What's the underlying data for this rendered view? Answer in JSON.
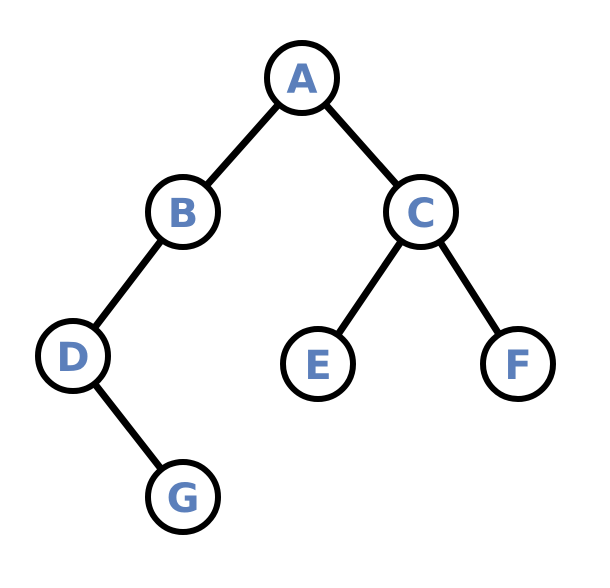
{
  "diagram": {
    "type": "binary-tree",
    "colors": {
      "label": "#5b7fbb",
      "line": "#000000",
      "node_fill": "#ffffff"
    },
    "nodes": [
      {
        "id": "A",
        "label": "A"
      },
      {
        "id": "B",
        "label": "B"
      },
      {
        "id": "C",
        "label": "C"
      },
      {
        "id": "D",
        "label": "D"
      },
      {
        "id": "E",
        "label": "E"
      },
      {
        "id": "F",
        "label": "F"
      },
      {
        "id": "G",
        "label": "G"
      }
    ],
    "edges": [
      {
        "from": "A",
        "to": "B"
      },
      {
        "from": "A",
        "to": "C"
      },
      {
        "from": "B",
        "to": "D"
      },
      {
        "from": "C",
        "to": "E"
      },
      {
        "from": "C",
        "to": "F"
      },
      {
        "from": "D",
        "to": "G"
      }
    ]
  }
}
